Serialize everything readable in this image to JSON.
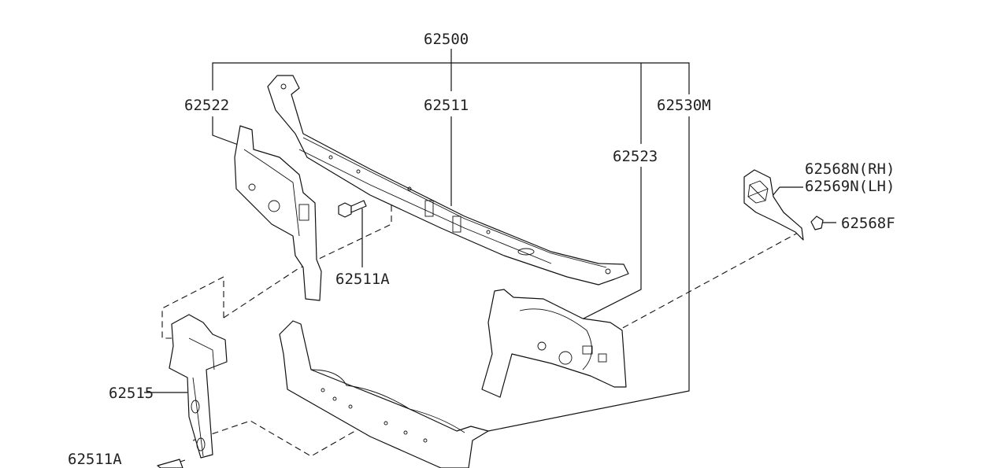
{
  "diagram": {
    "title": "Radiator core support assembly",
    "callouts": [
      {
        "id": "62500",
        "text": "62500"
      },
      {
        "id": "62522",
        "text": "62522"
      },
      {
        "id": "62511",
        "text": "62511"
      },
      {
        "id": "62530M",
        "text": "62530M"
      },
      {
        "id": "62523",
        "text": "62523"
      },
      {
        "id": "62568N",
        "text": "62568N(RH)"
      },
      {
        "id": "62569N",
        "text": "62569N(LH)"
      },
      {
        "id": "62568F",
        "text": "62568F"
      },
      {
        "id": "62511A",
        "text": "62511A"
      },
      {
        "id": "62515",
        "text": "62515"
      },
      {
        "id": "62511A-lower",
        "text": "62511A"
      }
    ]
  }
}
